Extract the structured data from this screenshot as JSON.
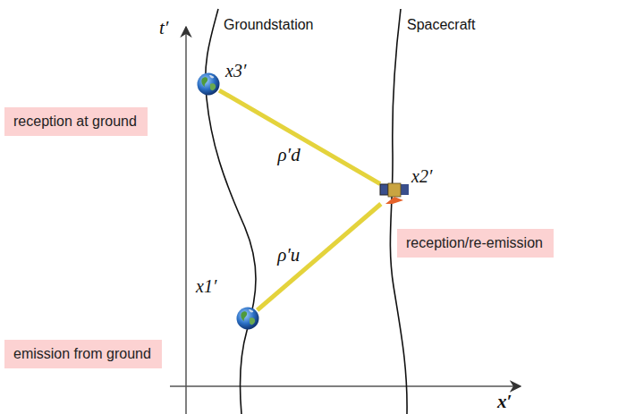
{
  "diagram": {
    "nodes": [
      {
        "text": [
          "x3′"
        ]
      },
      {
        "text": [
          "reception at ground"
        ]
      },
      {
        "text": [
          "x2′"
        ]
      },
      {
        "text": [
          "reception/re-emission"
        ]
      },
      {
        "text": [
          "x1′"
        ]
      },
      {
        "text": [
          "emission from ground"
        ]
      }
    ],
    "edges": [
      {
        "from": 4,
        "to": 2,
        "label": "ρ′u",
        "arrow": "none"
      },
      {
        "from": 2,
        "to": 0,
        "label": "ρ′d",
        "arrow": "none"
      }
    ],
    "labels": [
      "t′",
      "x′",
      "Groundstation",
      "Spacecraft"
    ]
  }
}
